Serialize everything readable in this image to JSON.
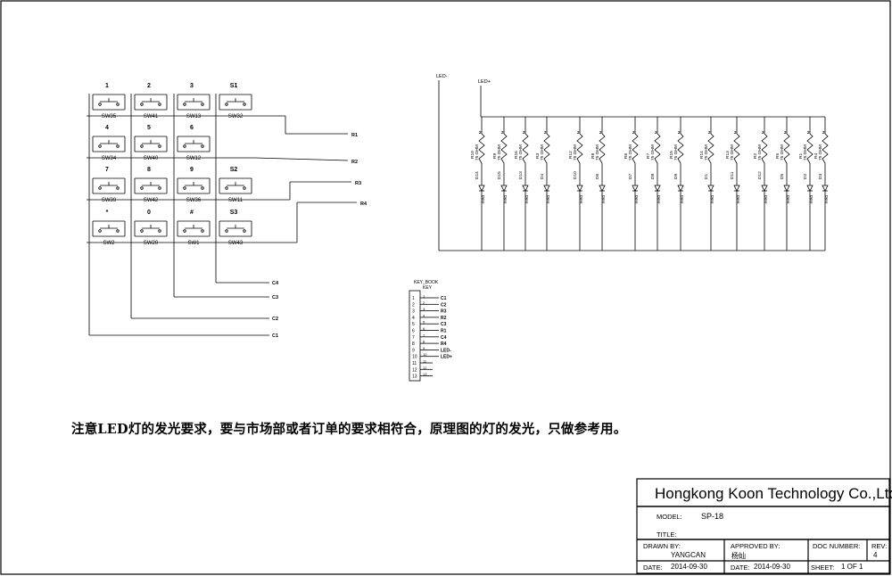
{
  "switches": [
    {
      "key": "1",
      "ref": "SW35"
    },
    {
      "key": "2",
      "ref": "SW41"
    },
    {
      "key": "3",
      "ref": "SW13"
    },
    {
      "key": "S1",
      "ref": "SW32"
    },
    {
      "key": "4",
      "ref": "SW34"
    },
    {
      "key": "5",
      "ref": "SW40"
    },
    {
      "key": "6",
      "ref": "SW12"
    },
    {
      "key": "",
      "ref": ""
    },
    {
      "key": "7",
      "ref": "SW39"
    },
    {
      "key": "8",
      "ref": "SW42"
    },
    {
      "key": "9",
      "ref": "SW36"
    },
    {
      "key": "S2",
      "ref": "SW11"
    },
    {
      "key": "*",
      "ref": "SW2"
    },
    {
      "key": "0",
      "ref": "SW20"
    },
    {
      "key": "#",
      "ref": "SW1"
    },
    {
      "key": "S3",
      "ref": "SW43"
    }
  ],
  "row_nets": [
    "R1",
    "R2",
    "R3",
    "R4"
  ],
  "col_nets": [
    "C4",
    "C3",
    "C2",
    "C1"
  ],
  "led_bus": {
    "neg": "LED-",
    "pos": "LED+"
  },
  "leds": [
    {
      "r": "R10",
      "d": "D14"
    },
    {
      "r": "R9",
      "d": "D15"
    },
    {
      "r": "R16",
      "d": "D13"
    },
    {
      "r": "R3",
      "d": "D4"
    },
    {
      "r": "R12",
      "d": "D10"
    },
    {
      "r": "R8",
      "d": "D6"
    },
    {
      "r": "R6",
      "d": "D7"
    },
    {
      "r": "R7",
      "d": "D8"
    },
    {
      "r": "R15",
      "d": "D9"
    },
    {
      "r": "R14",
      "d": "D1"
    },
    {
      "r": "R13",
      "d": "D11"
    },
    {
      "r": "R2",
      "d": "D12"
    },
    {
      "r": "R5",
      "d": "D5"
    },
    {
      "r": "R1",
      "d": "D2"
    },
    {
      "r": "R4",
      "d": "D3"
    }
  ],
  "resistor_value": "75 OHM",
  "led_color": "Red",
  "pin_one": "2",
  "connector": {
    "name": "KEY_BOOK",
    "ref": "KEY",
    "pins": [
      "1",
      "2",
      "3",
      "4",
      "5",
      "6",
      "7",
      "8",
      "9",
      "10",
      "11",
      "12",
      "13"
    ],
    "nets": [
      "C1",
      "C2",
      "R3",
      "R2",
      "C3",
      "R1",
      "C4",
      "R4",
      "LED-",
      "LED+",
      "",
      "",
      ""
    ]
  },
  "note": "注意LED灯的发光要求，要与市场部或者订单的要求相符合，原理图的灯的发光，只做参考用。",
  "title_block": {
    "company": "Hongkong Koon Technology Co.,Ltd.",
    "model_label": "MODEL:",
    "model": "SP-18",
    "title_label": "TITLE:",
    "drawn_label": "DRAWN BY:",
    "drawn": "YANGCAN",
    "approved_label": "APPROVED BY:",
    "approved": "杨灿",
    "doc_label": "DOC NUMBER:",
    "rev_label": "REV:",
    "rev": "4",
    "date_label": "DATE:",
    "date1": "2014-09-30",
    "date2": "2014-09-30",
    "sheet_label": "SHEET:",
    "sheet": "1  OF  1"
  }
}
